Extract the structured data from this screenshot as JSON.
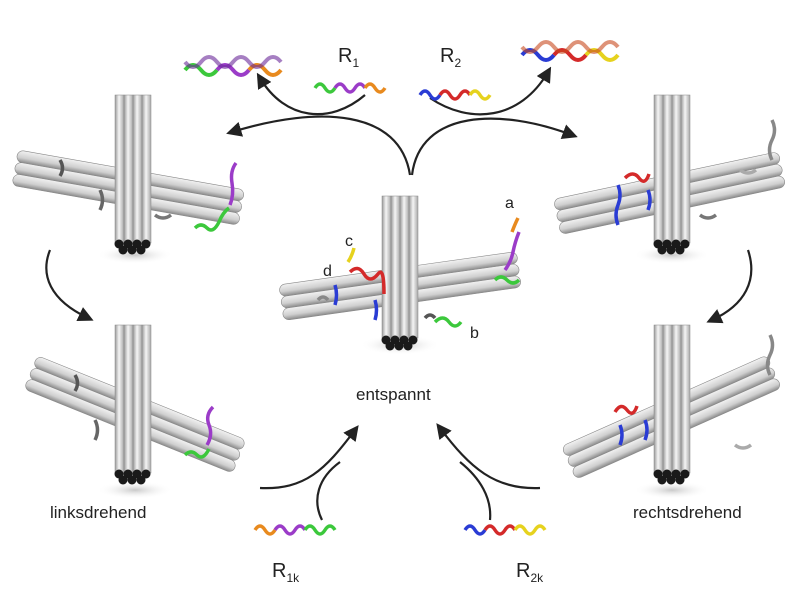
{
  "labels": {
    "center": "entspannt",
    "left": "linksdrehend",
    "right": "rechtsdrehend",
    "strand_a": "a",
    "strand_b": "b",
    "strand_c": "c",
    "strand_d": "d"
  },
  "reagents": {
    "r1": {
      "letter": "R",
      "sub": "1"
    },
    "r2": {
      "letter": "R",
      "sub": "2"
    },
    "r1k": {
      "letter": "R",
      "sub": "1k"
    },
    "r2k": {
      "letter": "R",
      "sub": "2k"
    }
  },
  "colors": {
    "tube": "#d9d9d9",
    "tube_dark": "#8c8c8c",
    "tube_end": "#1a1a1a",
    "arrow": "#222222",
    "dna_green": "#3cc83c",
    "dna_purple": "#9b3cc8",
    "dna_orange": "#e88a1e",
    "dna_red": "#d42a2a",
    "dna_yellow": "#e6d21e",
    "dna_blue": "#2a3cd4",
    "dna_gray": "#777777"
  }
}
